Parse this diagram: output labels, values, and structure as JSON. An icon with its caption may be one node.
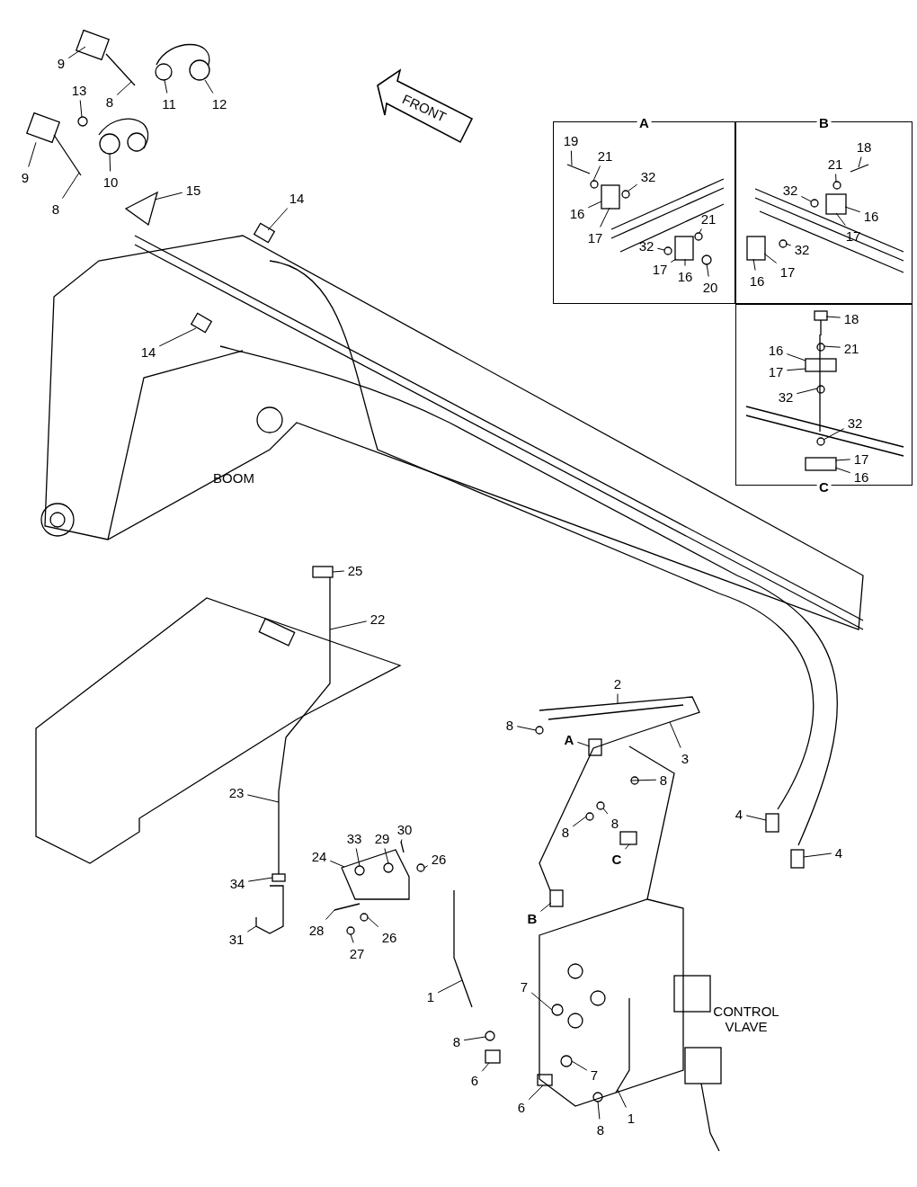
{
  "diagram": {
    "nodes": [
      {
        "text": [
          "A"
        ]
      },
      {
        "text": [
          "B"
        ]
      },
      {
        "text": [
          "C"
        ]
      },
      {
        "text": [
          "9"
        ]
      },
      {
        "text": [
          "8"
        ]
      },
      {
        "text": [
          "11"
        ]
      },
      {
        "text": [
          "12"
        ]
      },
      {
        "text": [
          "13"
        ]
      },
      {
        "text": [
          "9"
        ]
      },
      {
        "text": [
          "10"
        ]
      },
      {
        "text": [
          "8"
        ]
      },
      {
        "text": [
          "15"
        ]
      },
      {
        "text": [
          "14"
        ]
      },
      {
        "text": [
          "14"
        ]
      },
      {
        "text": [
          "25"
        ]
      },
      {
        "text": [
          "22"
        ]
      },
      {
        "text": [
          "2"
        ]
      },
      {
        "text": [
          "8"
        ]
      },
      {
        "text": [
          "A"
        ]
      },
      {
        "text": [
          "3"
        ]
      },
      {
        "text": [
          "8"
        ]
      },
      {
        "text": [
          "8"
        ]
      },
      {
        "text": [
          "8"
        ]
      },
      {
        "text": [
          "23"
        ]
      },
      {
        "text": [
          "33"
        ]
      },
      {
        "text": [
          "29"
        ]
      },
      {
        "text": [
          "30"
        ]
      },
      {
        "text": [
          "24"
        ]
      },
      {
        "text": [
          "26"
        ]
      },
      {
        "text": [
          "34"
        ]
      },
      {
        "text": [
          "4"
        ]
      },
      {
        "text": [
          "4"
        ]
      },
      {
        "text": [
          "C"
        ]
      },
      {
        "text": [
          "B"
        ]
      },
      {
        "text": [
          "28"
        ]
      },
      {
        "text": [
          "26"
        ]
      },
      {
        "text": [
          "27"
        ]
      },
      {
        "text": [
          "31"
        ]
      },
      {
        "text": [
          "1"
        ]
      },
      {
        "text": [
          "7"
        ]
      },
      {
        "text": [
          "8"
        ]
      },
      {
        "text": [
          "6"
        ]
      },
      {
        "text": [
          "7"
        ]
      },
      {
        "text": [
          "6"
        ]
      },
      {
        "text": [
          "8"
        ]
      },
      {
        "text": [
          "1"
        ]
      },
      {
        "text": [
          "19"
        ],
        "in": 0
      },
      {
        "text": [
          "21"
        ],
        "in": 0
      },
      {
        "text": [
          "32"
        ],
        "in": 0
      },
      {
        "text": [
          "16"
        ],
        "in": 0
      },
      {
        "text": [
          "17"
        ],
        "in": 0
      },
      {
        "text": [
          "21"
        ],
        "in": 0
      },
      {
        "text": [
          "32"
        ],
        "in": 0
      },
      {
        "text": [
          "17"
        ],
        "in": 0
      },
      {
        "text": [
          "16"
        ],
        "in": 0
      },
      {
        "text": [
          "20"
        ],
        "in": 0
      },
      {
        "text": [
          "18"
        ],
        "in": 1
      },
      {
        "text": [
          "21"
        ],
        "in": 1
      },
      {
        "text": [
          "32"
        ],
        "in": 1
      },
      {
        "text": [
          "16"
        ],
        "in": 1
      },
      {
        "text": [
          "17"
        ],
        "in": 1
      },
      {
        "text": [
          "32"
        ],
        "in": 1
      },
      {
        "text": [
          "17"
        ],
        "in": 1
      },
      {
        "text": [
          "16"
        ],
        "in": 1
      },
      {
        "text": [
          "18"
        ],
        "in": 2
      },
      {
        "text": [
          "16"
        ],
        "in": 2
      },
      {
        "text": [
          "21"
        ],
        "in": 2
      },
      {
        "text": [
          "17"
        ],
        "in": 2
      },
      {
        "text": [
          "32"
        ],
        "in": 2
      },
      {
        "text": [
          "32"
        ],
        "in": 2
      },
      {
        "text": [
          "17"
        ],
        "in": 2
      },
      {
        "text": [
          "16"
        ],
        "in": 2
      },
      {
        "text": [],
        "shape": "box"
      },
      {
        "text": [],
        "shape": "picture"
      },
      {
        "text": [],
        "shape": "picture"
      },
      {
        "text": [],
        "shape": "circle"
      },
      {
        "text": [],
        "shape": "box"
      },
      {
        "text": [],
        "shape": "picture"
      },
      {
        "text": [],
        "shape": "picture"
      },
      {
        "text": [],
        "shape": "picture"
      },
      {
        "text": [],
        "shape": "box"
      },
      {
        "text": [],
        "shape": "box"
      },
      {
        "text": [],
        "shape": "box"
      },
      {
        "text": [],
        "shape": "picture"
      },
      {
        "text": [],
        "shape": "box"
      },
      {
        "text": [],
        "shape": "picture"
      },
      {
        "text": [],
        "shape": "picture"
      },
      {
        "text": [],
        "shape": "circle"
      },
      {
        "text": [],
        "shape": "picture"
      },
      {
        "text": [],
        "shape": "circle"
      },
      {
        "text": [],
        "shape": "circle"
      },
      {
        "text": [],
        "shape": "picture"
      },
      {
        "text": [],
        "shape": "picture"
      },
      {
        "text": [],
        "shape": "circle"
      },
      {
        "text": [],
        "shape": "box"
      },
      {
        "text": [],
        "shape": "circle"
      },
      {
        "text": [],
        "shape": "circle"
      },
      {
        "text": [],
        "shape": "circle"
      },
      {
        "text": [],
        "shape": "box"
      },
      {
        "text": [],
        "shape": "box"
      },
      {
        "text": [],
        "shape": "box"
      },
      {
        "text": [],
        "shape": "box"
      },
      {
        "text": [],
        "shape": "picture"
      },
      {
        "text": [],
        "shape": "circle"
      },
      {
        "text": [],
        "shape": "circle"
      },
      {
        "text": [],
        "shape": "box"
      },
      {
        "text": [],
        "shape": "circle"
      },
      {
        "text": [],
        "shape": "box"
      },
      {
        "text": [],
        "shape": "circle"
      },
      {
        "text": [],
        "shape": "picture"
      },
      {
        "text": [],
        "shape": "picture",
        "in": 0
      },
      {
        "text": [],
        "shape": "circle",
        "in": 0
      },
      {
        "text": [],
        "shape": "circle",
        "in": 0
      },
      {
        "text": [],
        "shape": "box",
        "in": 0
      },
      {
        "text": [],
        "shape": "circle",
        "in": 0
      },
      {
        "text": [],
        "shape": "circle",
        "in": 0
      },
      {
        "text": [],
        "shape": "box",
        "in": 0
      },
      {
        "text": [],
        "shape": "circle",
        "in": 0
      },
      {
        "text": [],
        "shape": "picture",
        "in": 1
      },
      {
        "text": [],
        "shape": "circle",
        "in": 1
      },
      {
        "text": [],
        "shape": "circle",
        "in": 1
      },
      {
        "text": [],
        "shape": "box",
        "in": 1
      },
      {
        "text": [],
        "shape": "circle",
        "in": 1
      },
      {
        "text": [],
        "shape": "box",
        "in": 1
      },
      {
        "text": [],
        "shape": "picture",
        "in": 2
      },
      {
        "text": [],
        "shape": "box",
        "in": 2
      },
      {
        "text": [],
        "shape": "circle",
        "in": 2
      },
      {
        "text": [],
        "shape": "circle",
        "in": 2
      },
      {
        "text": [],
        "shape": "circle",
        "in": 2
      },
      {
        "text": [],
        "shape": "box",
        "in": 2
      },
      {
        "text": [],
        "shape": "picture"
      }
    ],
    "edges": [
      {
        "from": 3,
        "to": 72,
        "arrow": "none"
      },
      {
        "from": 4,
        "to": 73,
        "arrow": "none"
      },
      {
        "from": 5,
        "to": 74,
        "arrow": "none"
      },
      {
        "from": 6,
        "to": 74,
        "arrow": "none"
      },
      {
        "from": 7,
        "to": 75,
        "arrow": "none"
      },
      {
        "from": 8,
        "to": 76,
        "arrow": "none"
      },
      {
        "from": 9,
        "to": 77,
        "arrow": "none"
      },
      {
        "from": 10,
        "to": 78,
        "arrow": "none"
      },
      {
        "from": 11,
        "to": 79,
        "arrow": "none"
      },
      {
        "from": 12,
        "to": 80,
        "arrow": "none"
      },
      {
        "from": 13,
        "to": 81,
        "arrow": "none"
      },
      {
        "from": 14,
        "to": 82,
        "arrow": "none"
      },
      {
        "from": 15,
        "to": 83,
        "arrow": "none"
      },
      {
        "from": 16,
        "to": 92,
        "arrow": "none"
      },
      {
        "from": 17,
        "to": 93,
        "arrow": "none"
      },
      {
        "from": 18,
        "to": 94,
        "arrow": "none"
      },
      {
        "from": 19,
        "to": 92,
        "arrow": "none"
      },
      {
        "from": 20,
        "to": 95,
        "arrow": "none"
      },
      {
        "from": 21,
        "to": 96,
        "arrow": "none"
      },
      {
        "from": 22,
        "to": 97,
        "arrow": "none"
      },
      {
        "from": 23,
        "to": 130,
        "arrow": "none"
      },
      {
        "from": 24,
        "to": 85,
        "arrow": "none"
      },
      {
        "from": 25,
        "to": 85,
        "arrow": "none"
      },
      {
        "from": 26,
        "to": 86,
        "arrow": "none"
      },
      {
        "from": 27,
        "to": 85,
        "arrow": "none"
      },
      {
        "from": 28,
        "to": 87,
        "arrow": "none"
      },
      {
        "from": 29,
        "to": 84,
        "arrow": "none"
      },
      {
        "from": 30,
        "to": 98,
        "arrow": "none"
      },
      {
        "from": 31,
        "to": 99,
        "arrow": "none"
      },
      {
        "from": 32,
        "to": 100,
        "arrow": "none"
      },
      {
        "from": 33,
        "to": 101,
        "arrow": "none"
      },
      {
        "from": 34,
        "to": 88,
        "arrow": "none"
      },
      {
        "from": 35,
        "to": 89,
        "arrow": "none"
      },
      {
        "from": 36,
        "to": 90,
        "arrow": "none"
      },
      {
        "from": 37,
        "to": 91,
        "arrow": "none"
      },
      {
        "from": 38,
        "to": 102,
        "arrow": "none"
      },
      {
        "from": 39,
        "to": 103,
        "arrow": "none"
      },
      {
        "from": 40,
        "to": 104,
        "arrow": "none"
      },
      {
        "from": 41,
        "to": 105,
        "arrow": "none"
      },
      {
        "from": 42,
        "to": 106,
        "arrow": "none"
      },
      {
        "from": 43,
        "to": 107,
        "arrow": "none"
      },
      {
        "from": 44,
        "to": 108,
        "arrow": "none"
      },
      {
        "from": 45,
        "to": 109,
        "arrow": "none"
      },
      {
        "from": 46,
        "to": 110,
        "arrow": "none"
      },
      {
        "from": 47,
        "to": 111,
        "arrow": "none"
      },
      {
        "from": 48,
        "to": 112,
        "arrow": "none"
      },
      {
        "from": 49,
        "to": 113,
        "arrow": "none"
      },
      {
        "from": 50,
        "to": 113,
        "arrow": "none"
      },
      {
        "from": 51,
        "to": 114,
        "arrow": "none"
      },
      {
        "from": 52,
        "to": 115,
        "arrow": "none"
      },
      {
        "from": 53,
        "to": 116,
        "arrow": "none"
      },
      {
        "from": 54,
        "to": 116,
        "arrow": "none"
      },
      {
        "from": 55,
        "to": 117,
        "arrow": "none"
      },
      {
        "from": 56,
        "to": 118,
        "arrow": "none"
      },
      {
        "from": 57,
        "to": 119,
        "arrow": "none"
      },
      {
        "from": 58,
        "to": 120,
        "arrow": "none"
      },
      {
        "from": 59,
        "to": 121,
        "arrow": "none"
      },
      {
        "from": 60,
        "to": 121,
        "arrow": "none"
      },
      {
        "from": 61,
        "to": 122,
        "arrow": "none"
      },
      {
        "from": 62,
        "to": 123,
        "arrow": "none"
      },
      {
        "from": 63,
        "to": 123,
        "arrow": "none"
      },
      {
        "from": 64,
        "to": 124,
        "arrow": "none"
      },
      {
        "from": 65,
        "to": 125,
        "arrow": "none"
      },
      {
        "from": 66,
        "to": 126,
        "arrow": "none"
      },
      {
        "from": 67,
        "to": 125,
        "arrow": "none"
      },
      {
        "from": 68,
        "to": 127,
        "arrow": "none"
      },
      {
        "from": 69,
        "to": 128,
        "arrow": "none"
      },
      {
        "from": 70,
        "to": 129,
        "arrow": "none"
      },
      {
        "from": 71,
        "to": 129,
        "arrow": "none"
      }
    ],
    "labels": [
      "FRONT",
      "BOOM",
      "CONTROL VLAVE"
    ]
  }
}
